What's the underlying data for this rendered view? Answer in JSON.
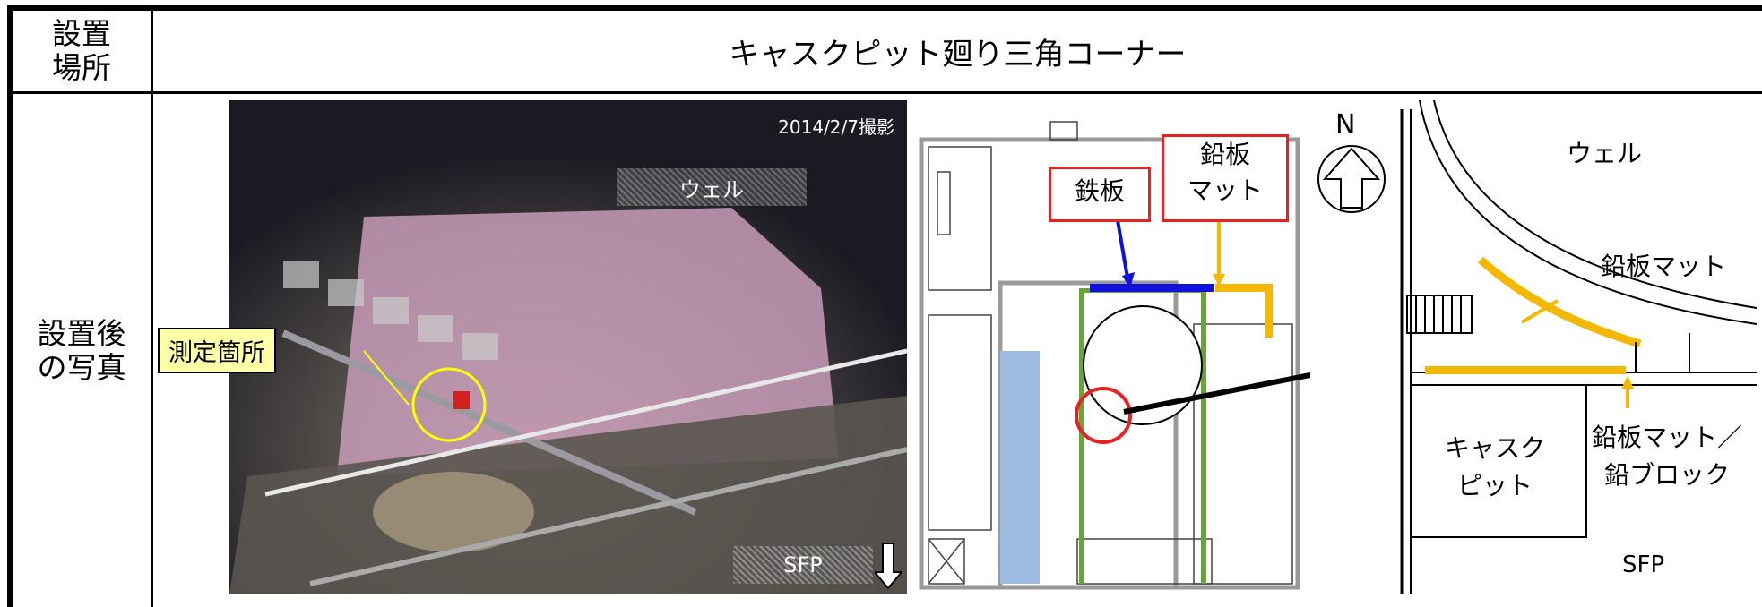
{
  "table": {
    "row1_header": "設置\n場所",
    "row1_value": "キャスクピット廻り三角コーナー",
    "row2_header": "設置後\nの写真"
  },
  "photo": {
    "date_stamp": "2014/2/7撮影",
    "label_well": "ウェル",
    "label_sfp": "SFP",
    "callout_measure": "測定箇所"
  },
  "plan": {
    "label_steel": "鉄板",
    "label_lead_mat": "鉛板\nマット"
  },
  "detail": {
    "north": "N",
    "label_well": "ウェル",
    "label_lead_mat": "鉛板マット",
    "label_cask_pit": "キャスク\nピット",
    "label_lead_mat_block": "鉛板マット／\n鉛ブロック",
    "label_sfp": "SFP"
  },
  "colors": {
    "lead": "#f5b800",
    "steel": "#1111dd",
    "highlight": "#e52222",
    "pool": "#9dbbe0",
    "frame": "#6aa338",
    "callout_bg": "#ffffa8"
  }
}
